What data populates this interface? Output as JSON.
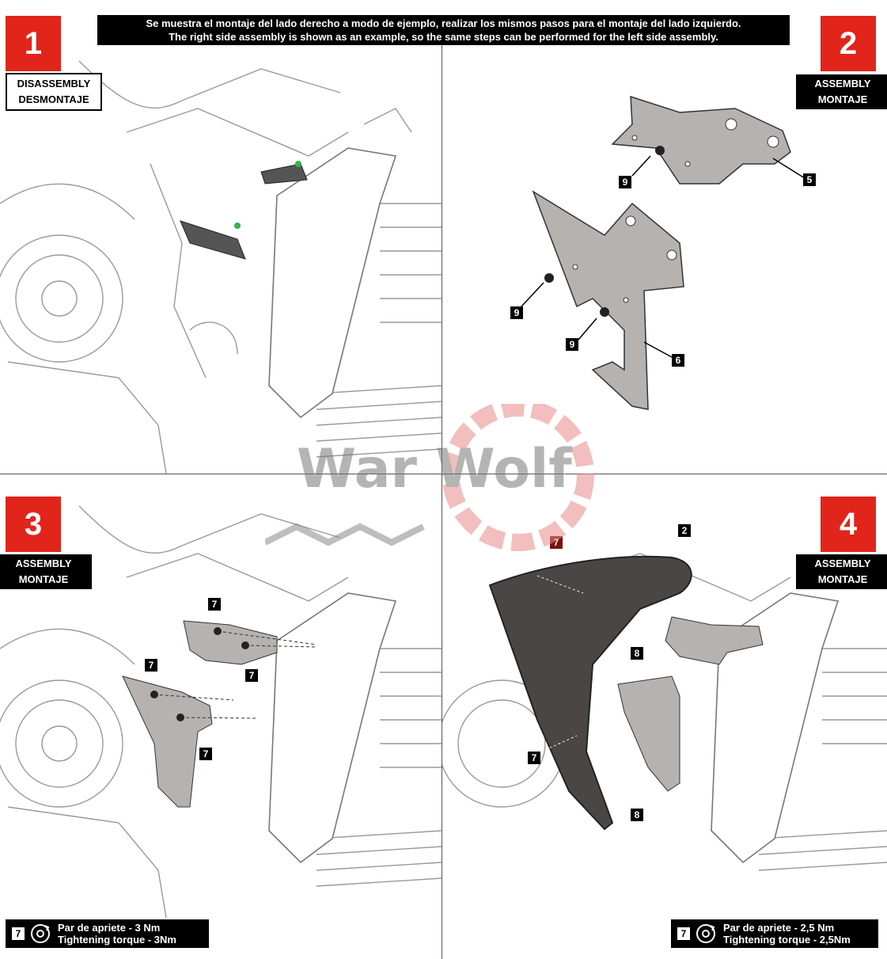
{
  "banner": {
    "line_es": "Se muestra el montaje del lado derecho a modo de ejemplo, realizar los mismos pasos para el montaje  del lado izquierdo.",
    "line_en": "The right side assembly is shown as an example, so the same steps can be performed for the left side assembly."
  },
  "colors": {
    "accent": "#e1251b",
    "bracket": "#b5b2b0",
    "cover": "#4a4646",
    "label_bg": "#000000"
  },
  "steps": [
    {
      "number": "1",
      "label_line1": "DISASSEMBLY",
      "label_line2": "DESMONTAJE"
    },
    {
      "number": "2",
      "label_line1": "ASSEMBLY",
      "label_line2": "MONTAJE"
    },
    {
      "number": "3",
      "label_line1": "ASSEMBLY",
      "label_line2": "MONTAJE"
    },
    {
      "number": "4",
      "label_line1": "ASSEMBLY",
      "label_line2": "MONTAJE"
    }
  ],
  "callouts": {
    "p2": [
      "9",
      "5",
      "9",
      "9",
      "6"
    ],
    "p3": [
      "7",
      "7",
      "7",
      "7"
    ],
    "p4": [
      "7",
      "2",
      "8",
      "7",
      "8"
    ]
  },
  "torque": {
    "left": {
      "badge": "7",
      "line_es": "Par de apriete - 3 Nm",
      "line_en": "Tightening torque - 3Nm",
      "icon": "torque-wrench-icon"
    },
    "right": {
      "badge": "7",
      "line_es": "Par de apriete - 2,5 Nm",
      "line_en": "Tightening torque - 2,5Nm",
      "icon": "torque-wrench-icon"
    }
  },
  "watermark": {
    "text": "War Wolf",
    "icon": "gear-wolf-logo"
  }
}
